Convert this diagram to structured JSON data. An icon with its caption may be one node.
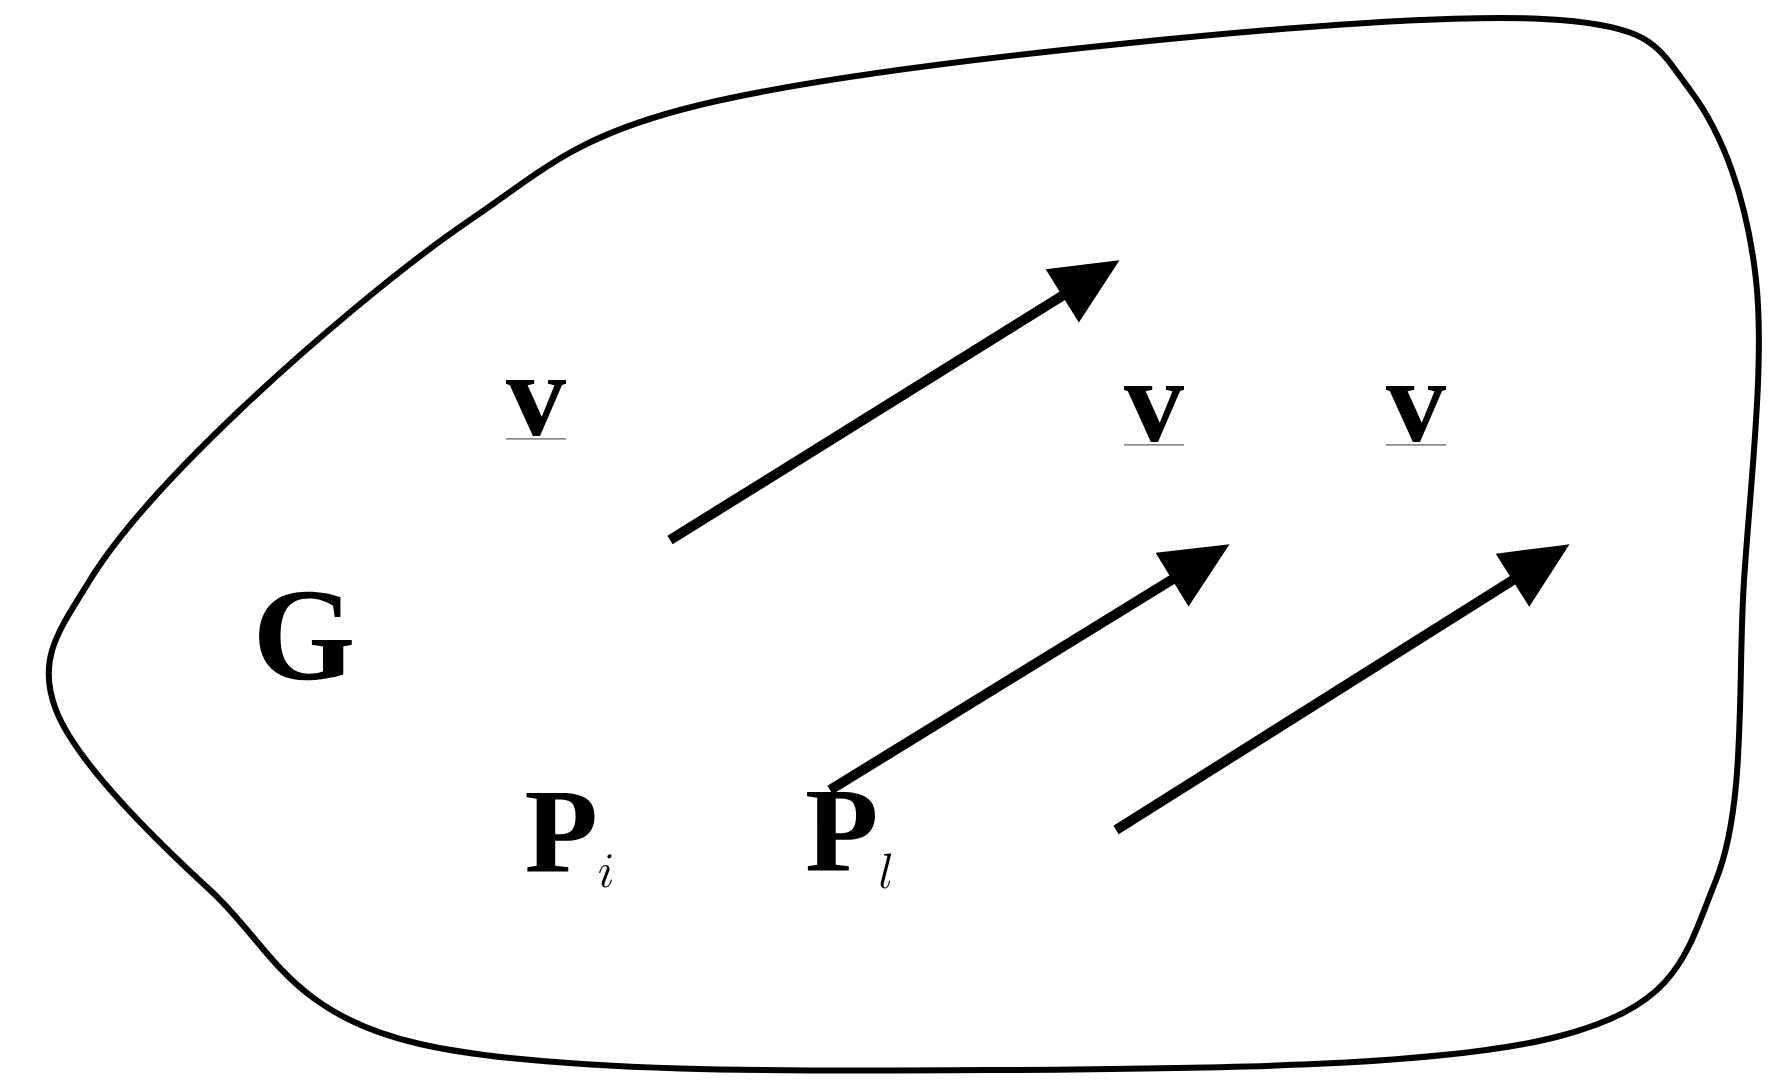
{
  "diagram": {
    "nodes": [
      {
        "text": [
          "G"
        ]
      }
    ],
    "labels": [
      "\\underline{\\mathbf{v}}",
      "\\underline{\\mathbf{v}}",
      "\\underline{\\mathbf{v}}",
      "\\mathbf{P}_{i}",
      "\\mathbf{P}_{l}"
    ]
  }
}
